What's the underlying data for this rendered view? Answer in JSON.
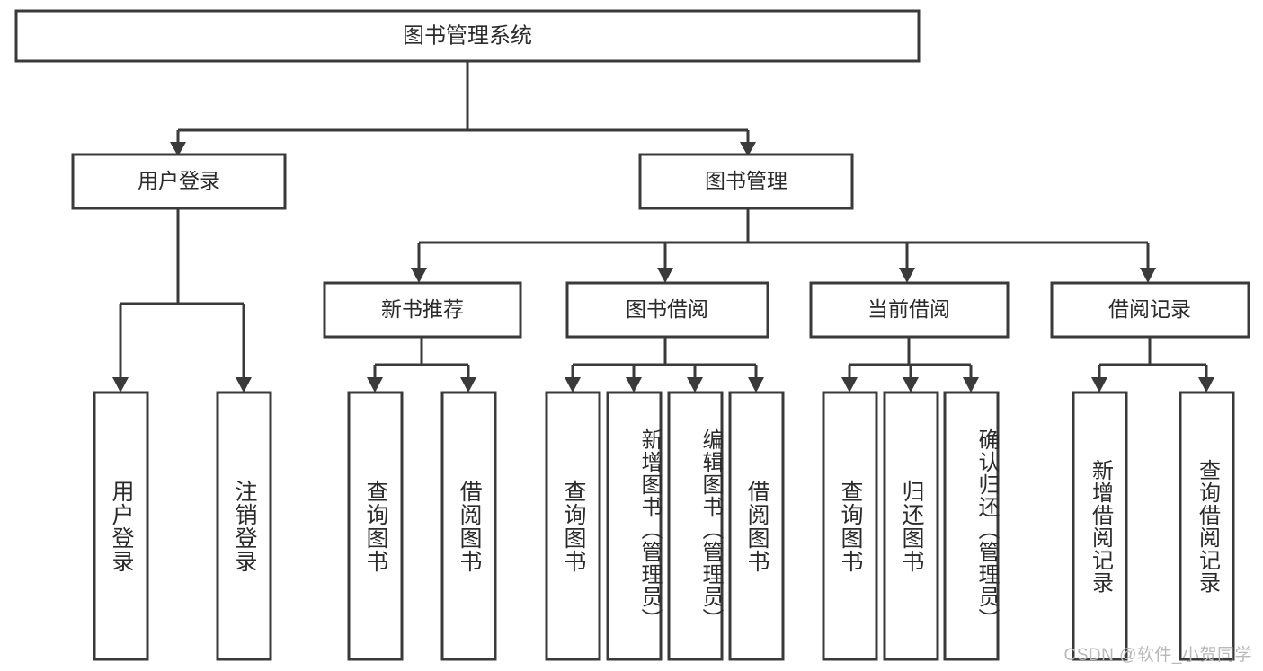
{
  "diagram": {
    "type": "tree-hierarchy-chart",
    "title_node": {
      "label": "图书管理系统"
    },
    "level1": [
      {
        "id": "user-login",
        "label": "用户登录"
      },
      {
        "id": "book-management",
        "label": "图书管理"
      }
    ],
    "level2": [
      {
        "id": "new-book-recommend",
        "label": "新书推荐",
        "parent": "book-management"
      },
      {
        "id": "book-borrow",
        "label": "图书借阅",
        "parent": "book-management"
      },
      {
        "id": "current-borrow",
        "label": "当前借阅",
        "parent": "book-management"
      },
      {
        "id": "borrow-record",
        "label": "借阅记录",
        "parent": "book-management"
      }
    ],
    "leaves": [
      {
        "id": "leaf-user-login",
        "label": "用户登录",
        "parent": "user-login"
      },
      {
        "id": "leaf-logout-login",
        "label": "注销登录",
        "parent": "user-login"
      },
      {
        "id": "leaf-query-book-1",
        "label": "查询图书",
        "parent": "new-book-recommend"
      },
      {
        "id": "leaf-borrow-book-1",
        "label": "借阅图书",
        "parent": "new-book-recommend"
      },
      {
        "id": "leaf-query-book-2",
        "label": "查询图书",
        "parent": "book-borrow"
      },
      {
        "id": "leaf-add-book",
        "label": "新增图书（管理员）",
        "parent": "book-borrow"
      },
      {
        "id": "leaf-edit-book",
        "label": "编辑图书（管理员）",
        "parent": "book-borrow"
      },
      {
        "id": "leaf-borrow-book-2",
        "label": "借阅图书",
        "parent": "book-borrow"
      },
      {
        "id": "leaf-query-book-3",
        "label": "查询图书",
        "parent": "current-borrow"
      },
      {
        "id": "leaf-return-book",
        "label": "归还图书",
        "parent": "current-borrow"
      },
      {
        "id": "leaf-confirm-return",
        "label": "确认归还（管理员）",
        "parent": "current-borrow"
      },
      {
        "id": "leaf-add-borrow-record",
        "label": "新增借阅记录",
        "parent": "borrow-record"
      },
      {
        "id": "leaf-query-borrow-record",
        "label": "查询借阅记录",
        "parent": "borrow-record"
      }
    ],
    "colors": {
      "stroke": "#3a3a3a",
      "fill": "#ffffff",
      "text": "#2b2b2b",
      "watermark": "#b9b9b9"
    }
  },
  "watermark": {
    "text": "CSDN @软件_小贺同学"
  }
}
